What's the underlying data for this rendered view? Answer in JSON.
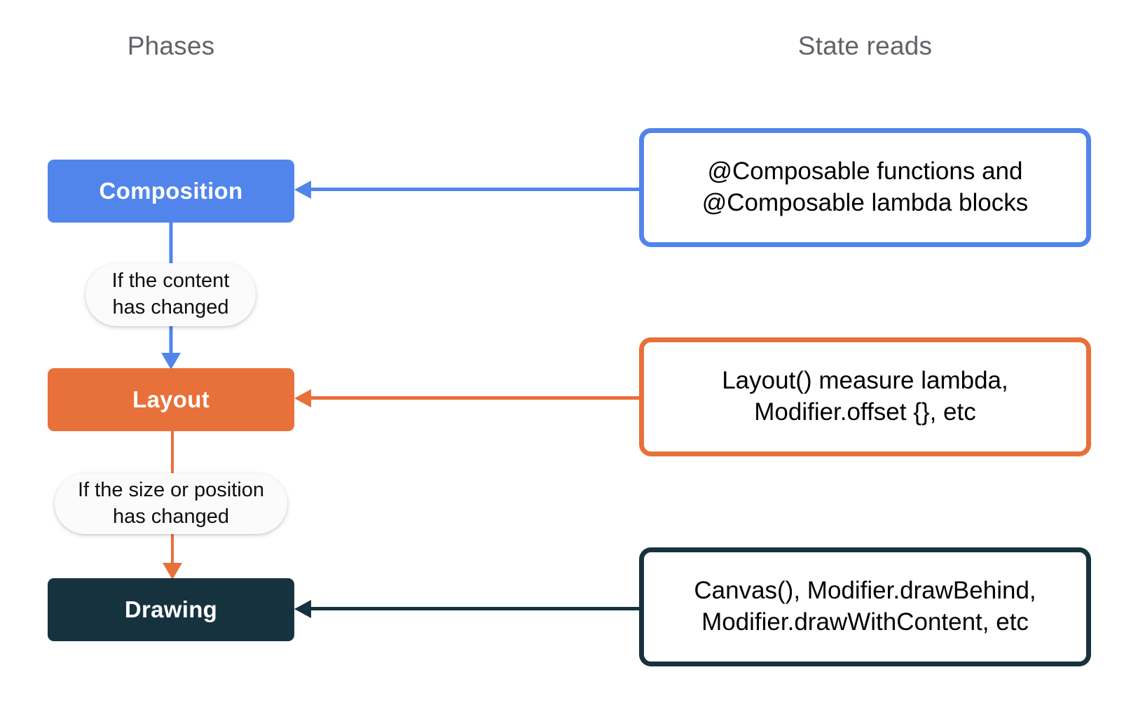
{
  "headings": {
    "phases": "Phases",
    "state_reads": "State reads"
  },
  "colors": {
    "composition": "#5185ec",
    "layout": "#e8703a",
    "drawing": "#17323f",
    "heading_text": "#5f6368",
    "background": "#ffffff",
    "pill_background": "#fbfbfb"
  },
  "phases": [
    {
      "id": "composition",
      "label": "Composition",
      "color": "#5185ec",
      "state_reads": "@Composable functions and\n@Composable lambda blocks"
    },
    {
      "id": "layout",
      "label": "Layout",
      "color": "#e8703a",
      "state_reads": "Layout() measure lambda,\nModifier.offset {}, etc"
    },
    {
      "id": "drawing",
      "label": "Drawing",
      "color": "#17323f",
      "state_reads": "Canvas(), Modifier.drawBehind,\nModifier.drawWithContent, etc"
    }
  ],
  "conditions": [
    {
      "id": "content-changed",
      "text": "If the content\nhas changed",
      "from": "Composition",
      "to": "Layout"
    },
    {
      "id": "size-position-changed",
      "text": "If the size or position\nhas changed",
      "from": "Layout",
      "to": "Drawing"
    }
  ]
}
